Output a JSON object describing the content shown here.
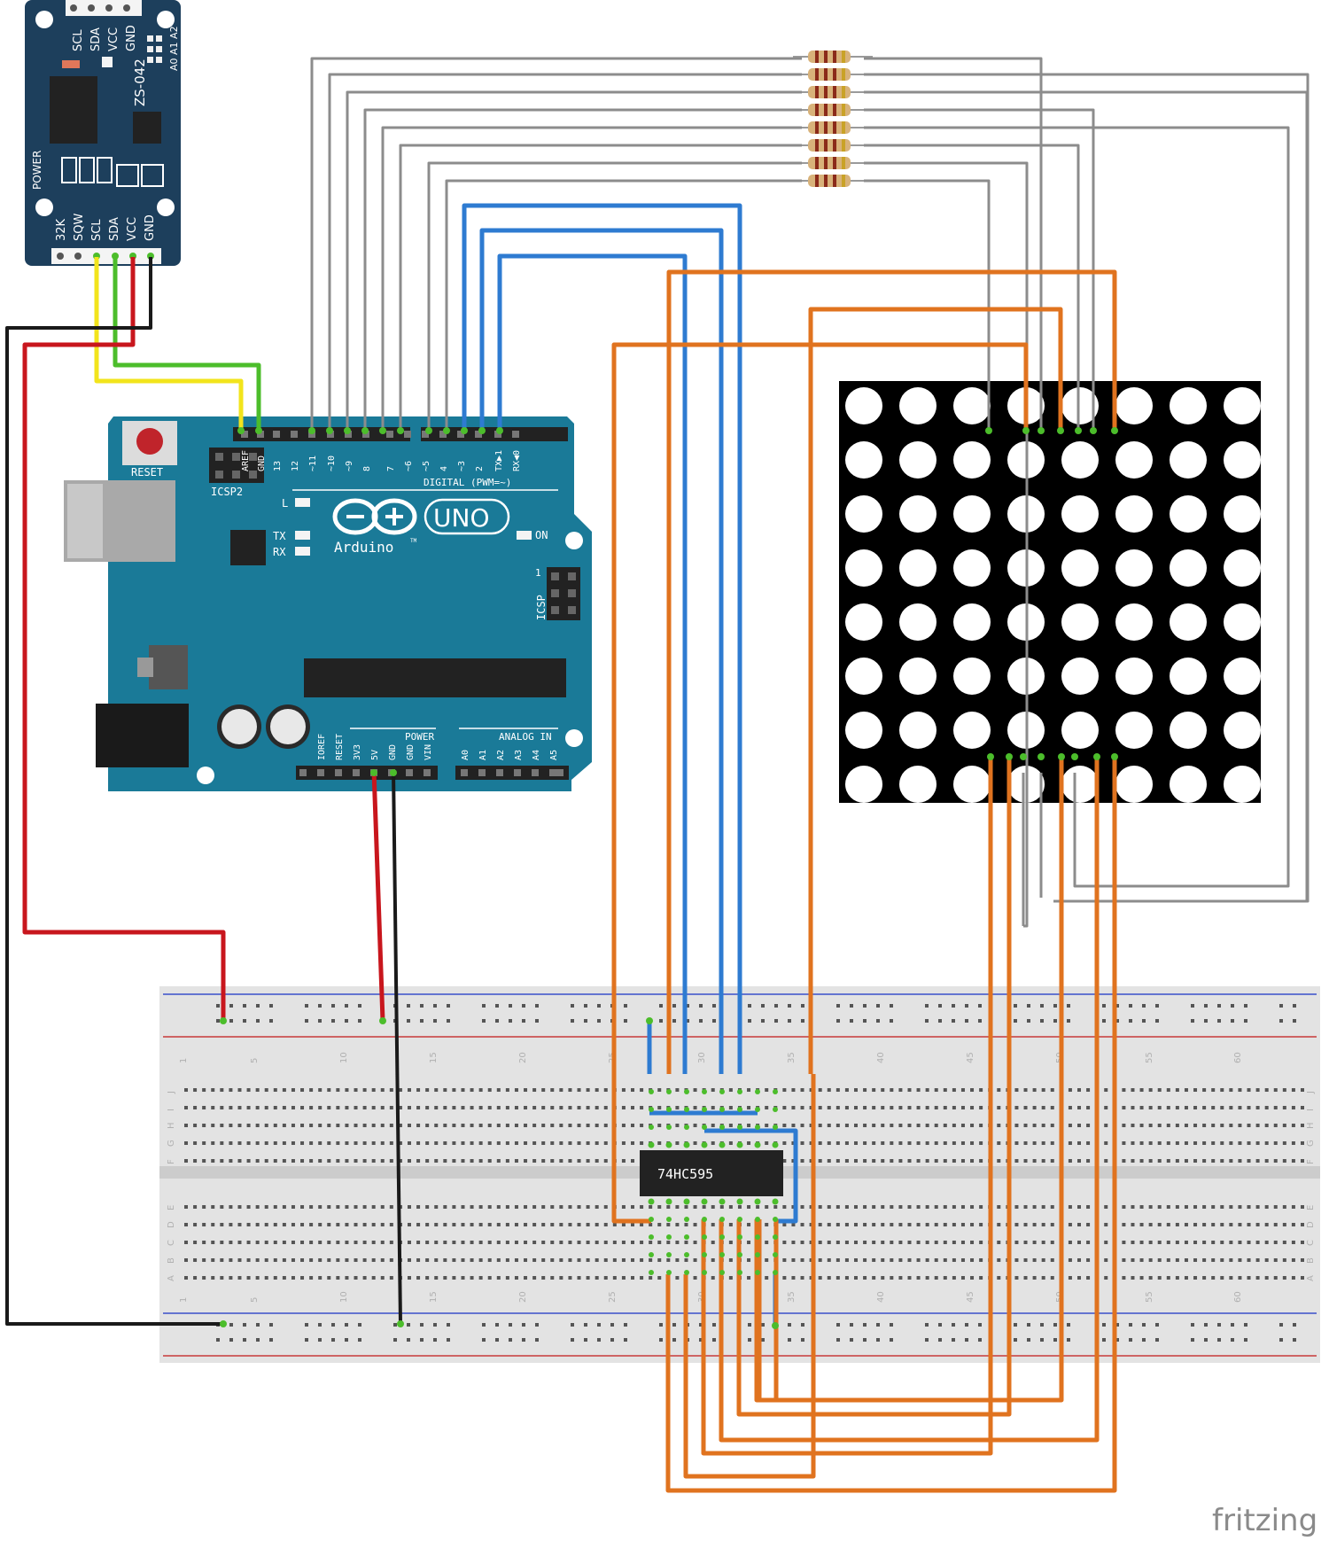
{
  "rtc": {
    "model": "ZS-042",
    "top_pins": [
      "SCL",
      "SDA",
      "VCC",
      "GND"
    ],
    "bottom_pins": [
      "32K",
      "SQW",
      "SCL",
      "SDA",
      "VCC",
      "GND"
    ],
    "power_label": "POWER",
    "addr_label": "A0 A1 A2"
  },
  "arduino": {
    "reset_label": "RESET",
    "icsp2_label": "ICSP2",
    "icsp_label": "ICSP",
    "icsp_pin1": "1",
    "digital_label": "DIGITAL (PWM=~)",
    "digital_pins": [
      "AREF",
      "GND",
      "13",
      "12",
      "~11",
      "~10",
      "~9",
      "8",
      "7",
      "~6",
      "~5",
      "4",
      "~3",
      "2",
      "TX▶1",
      "RX◀0"
    ],
    "led_l": "L",
    "led_tx": "TX",
    "led_rx": "RX",
    "led_on": "ON",
    "uno_label": "UNO",
    "brand_label": "Arduino",
    "tm": "TM",
    "power_header_label": "POWER",
    "analog_header_label": "ANALOG IN",
    "power_pins": [
      "IOREF",
      "RESET",
      "3V3",
      "5V",
      "GND",
      "GND",
      "VIN"
    ],
    "analog_pins": [
      "A0",
      "A1",
      "A2",
      "A3",
      "A4",
      "A5"
    ]
  },
  "chip": {
    "label": "74HC595"
  },
  "breadboard": {
    "column_numbers": [
      "1",
      "5",
      "10",
      "15",
      "20",
      "25",
      "30",
      "35",
      "40",
      "45",
      "50",
      "55",
      "60"
    ],
    "row_letters_top": [
      "J",
      "I",
      "H",
      "G",
      "F"
    ],
    "row_letters_bottom": [
      "E",
      "D",
      "C",
      "B",
      "A"
    ]
  },
  "matrix": {
    "rows": 8,
    "cols": 8
  },
  "colors": {
    "board": "#1a7a98",
    "rtc_board": "#1d3f5c",
    "wire_gray": "#8c8c8c",
    "wire_blue": "#2e7bd1",
    "wire_orange": "#e0731f",
    "wire_red": "#c8161d",
    "wire_black": "#1a1a1a",
    "wire_yellow": "#f2e41c",
    "wire_green": "#4cbd2b",
    "breadboard": "#e3e3e3",
    "matrix_body": "#000000"
  },
  "watermark": "fritzing"
}
